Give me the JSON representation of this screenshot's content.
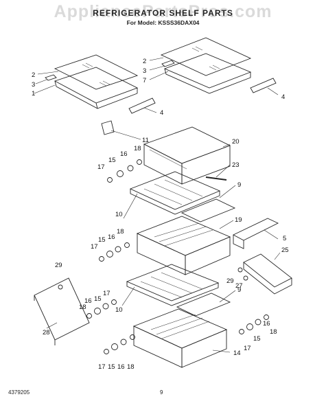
{
  "watermark": "AppliancePartsPros.com",
  "title": "REFRIGERATOR SHELF PARTS",
  "model_line": "For Model: KSSS36DAX04",
  "footer": {
    "doc_number": "4379205",
    "page_number": "9"
  },
  "callouts": [
    "1",
    "2",
    "3",
    "4",
    "5",
    "7",
    "9",
    "10",
    "11",
    "14",
    "15",
    "16",
    "17",
    "18",
    "19",
    "20",
    "23",
    "25",
    "27",
    "28",
    "29"
  ]
}
